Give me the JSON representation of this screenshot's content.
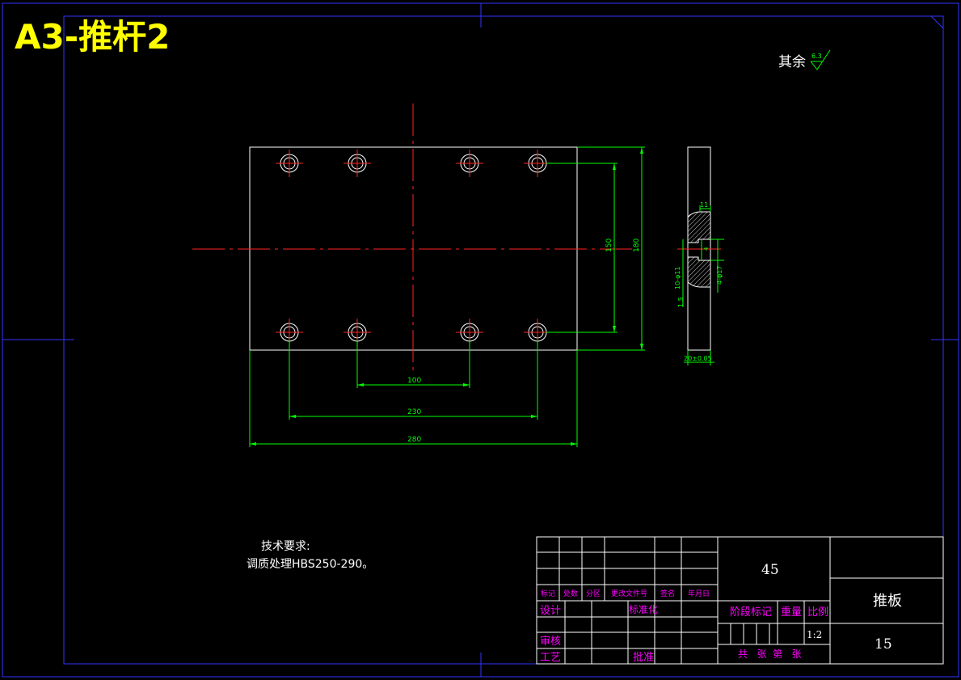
{
  "title": "A3-推杆2",
  "roughness": {
    "label": "其余",
    "value": "6.3"
  },
  "dimensions": {
    "d100": "100",
    "d230": "230",
    "d280": "280",
    "d150": "150",
    "d180": "180",
    "d11": "11",
    "thickness": "20±0.05",
    "hole_small": "10-φ11",
    "hole_large": "4-φ17",
    "depth": "1.5",
    "side": "4"
  },
  "notes": {
    "heading": "技术要求:",
    "line1": "调质处理HBS250-290。"
  },
  "title_block": {
    "material": "45",
    "part_name": "推板",
    "part_no": "15",
    "scale": "1:2",
    "headers": [
      "标记",
      "处数",
      "分区",
      "更改文件号",
      "签名",
      "年月日"
    ],
    "design": "设计",
    "standardize": "标准化",
    "review": "审核",
    "process": "工艺",
    "approve": "批准",
    "stage_mark": "阶段标记",
    "weight": "重量",
    "ratio": "比例",
    "sheets": "共   张  第   张"
  },
  "colors": {
    "frame": "#0000ff",
    "outline": "#ffffff",
    "center": "#ff0000",
    "dim": "#00ff00",
    "title": "#ffff00",
    "label": "#ff00ff"
  }
}
